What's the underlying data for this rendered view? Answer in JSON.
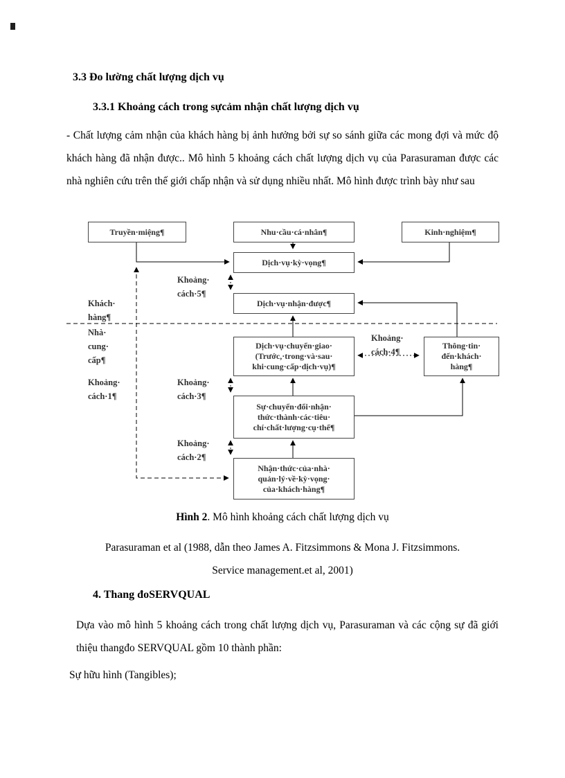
{
  "colors": {
    "page_bg": "#ffffff",
    "body_text": "#000000",
    "diagram_text": "#333333",
    "diagram_border": "#444444"
  },
  "page": {
    "heading_33": "3.3 Đo lường chất lượng dịch vụ",
    "heading_331": "3.3.1 Khoảng cách trong sựcảm nhận  chất lượng dịch vụ",
    "para_intro": "- Chất lượng cảm nhận của khách hàng bị ảnh hưởng bởi sự so sánh giữa các mong đợi và mức độ khách hàng đã nhận được.. Mô hình 5 khoảng cách chất lượng dịch vụ của Parasuraman được các nhà nghiên cứu trên thế giới chấp nhận và sử dụng nhiều nhất. Mô hình được trình bày như sau",
    "caption_bold": "Hình 2",
    "caption_rest": ". Mô hình khoảng cách chất lượng dịch vụ",
    "citation_line1": "Parasuraman et al (1988, dẫn theo James A. Fitzsimmons & Mona J. Fitzsimmons.",
    "citation_line2": "Service management.et al, 2001)",
    "heading_4": "4. Thang đoSERVQUAL",
    "para_servqual": "Dựa vào mô hình 5 khoảng cách trong chất lượng dịch vụ, Parasuraman và các cộng sự đã giới thiệu thangđo SERVQUAL  gồm 10 thành phần:",
    "item_tangibles": "Sự hữu hình (Tangibles);"
  },
  "diagram": {
    "boxes": {
      "word_of_mouth": "Truyền·miệng¶",
      "personal_needs": "Nhu·cầu·cá·nhân¶",
      "experience": "Kinh·nghiệm¶",
      "expected_service": "Dịch·vụ·kỳ·vọng¶",
      "perceived_service": "Dịch·vụ·nhận·được¶",
      "service_delivery": "Dịch·vụ·chuyển·giao·\n(Trước,·trong·và·sau·\nkhi·cung·cấp·dịch·vụ)¶",
      "communication": "Thông·tin·\nđến·khách·\nhàng¶",
      "translation": "Sự·chuyển·đổi·nhận·\nthức·thành·các·tiêu·\nchí·chất·lượng·cụ·thể¶",
      "management_perception": "Nhận·thức·của·nhà·\nquản·lý·về·kỳ·vọng·\ncủa·khách·hàng¶"
    },
    "labels": {
      "gap5": "Khoảng·\ncách·5¶",
      "customer": "Khách·\nhàng¶",
      "provider": "Nhà·\ncung·\ncấp¶",
      "gap1": "Khoảng·\ncách·1¶",
      "gap3": "Khoảng·\ncách·3¶",
      "gap4": "Khoảng·\ncách·4¶",
      "gap2": "Khoảng·\ncách·2¶"
    }
  }
}
